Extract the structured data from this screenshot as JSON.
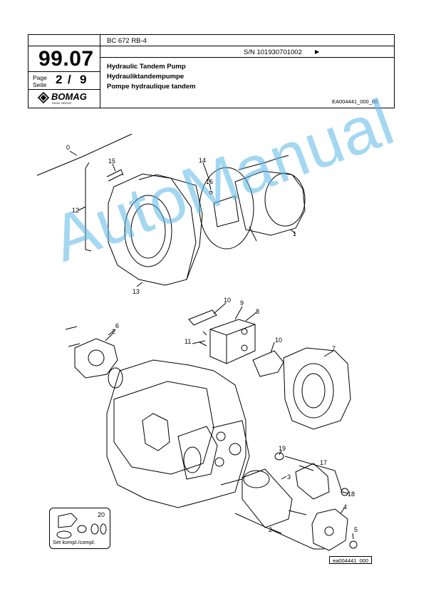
{
  "header": {
    "section_number": "99.07",
    "model": "BC 672 RB-4",
    "serial": "S/N 101930701002",
    "page_label_en": "Page",
    "page_label_de": "Seite",
    "page_current": "2",
    "page_separator": "/",
    "page_total": "9",
    "title_en": "Hydraulic Tandem Pump",
    "title_de": "Hydrauliktandempumpe",
    "title_fr": "Pompe hydraulique tandem",
    "doc_code": "EA004441_000_00",
    "brand": "BOMAG",
    "brand_sub": "FAYAT GROUP",
    "next_arrow": "▶"
  },
  "drawing": {
    "callouts": [
      "0",
      "1",
      "2",
      "3",
      "4",
      "5",
      "6",
      "7",
      "8",
      "9",
      "10",
      "10",
      "11",
      "12",
      "13",
      "14",
      "15",
      "16",
      "17",
      "18",
      "19",
      "20",
      "2"
    ],
    "set_label": "Set kompl./compl.",
    "image_ref": "ea004441_000"
  },
  "watermark": "AutoManual"
}
